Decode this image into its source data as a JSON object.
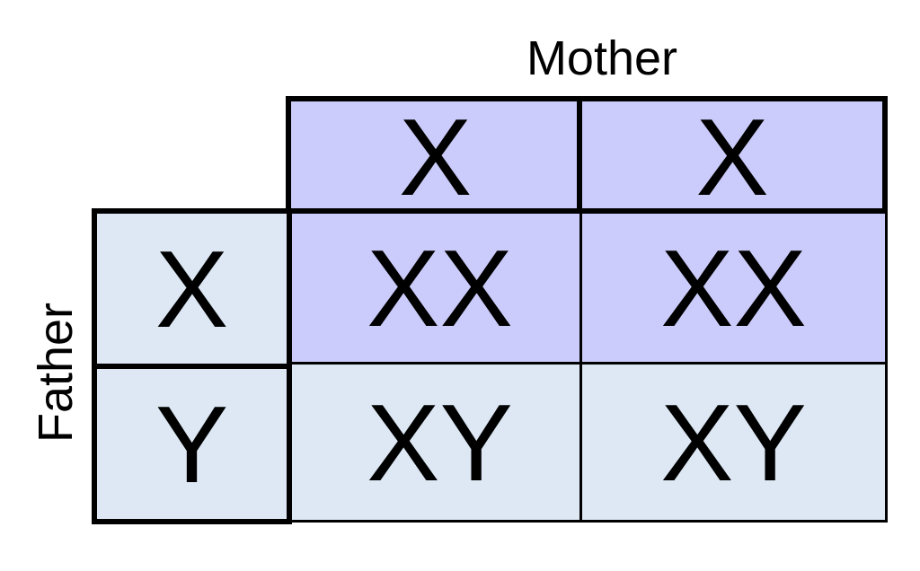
{
  "labels": {
    "mother": "Mother",
    "father": "Father"
  },
  "mother_alleles": [
    "X",
    "X"
  ],
  "father_alleles": [
    "X",
    "Y"
  ],
  "offspring": [
    [
      "XX",
      "XX"
    ],
    [
      "XY",
      "XY"
    ]
  ],
  "colors": {
    "female_cells": "#ccccfc",
    "male_cells": "#dde8f4",
    "border": "#000000"
  }
}
